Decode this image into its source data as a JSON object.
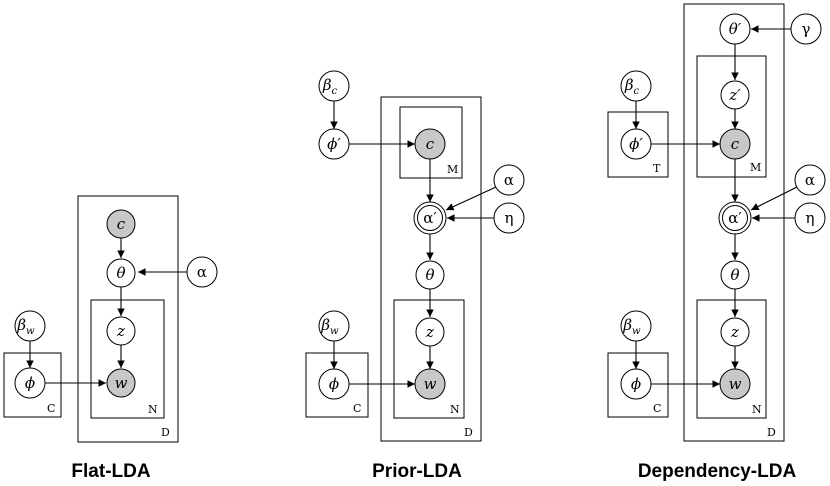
{
  "panels": [
    {
      "caption": "Flat-LDA",
      "plates": {
        "outer": "D",
        "inner": "N",
        "topic": "C"
      },
      "nodes": {
        "c": "c",
        "theta": "θ",
        "alpha": "α",
        "z": "z",
        "w": "w",
        "phi": "ϕ",
        "beta": "β",
        "beta_sub": "w"
      }
    },
    {
      "caption": "Prior-LDA",
      "plates": {
        "outer": "D",
        "label": "M",
        "inner": "N",
        "topic": "C"
      },
      "nodes": {
        "beta_c": "β",
        "beta_c_sub": "c",
        "phi_prime": "ϕ′",
        "c": "c",
        "alpha_prime": "α′",
        "alpha": "α",
        "eta": "η",
        "theta": "θ",
        "z": "z",
        "w": "w",
        "beta_w": "β",
        "beta_w_sub": "w",
        "phi": "ϕ"
      }
    },
    {
      "caption": "Dependency-LDA",
      "plates": {
        "outer": "D",
        "label": "M",
        "concept": "T",
        "inner": "N",
        "topic": "C"
      },
      "nodes": {
        "theta_prime": "θ′",
        "gamma": "γ",
        "z_prime": "z′",
        "beta_c": "β",
        "beta_c_sub": "c",
        "phi_prime": "ϕ′",
        "c": "c",
        "alpha_prime": "α′",
        "alpha": "α",
        "eta": "η",
        "theta": "θ",
        "z": "z",
        "w": "w",
        "beta_w": "β",
        "beta_w_sub": "w",
        "phi": "ϕ"
      }
    }
  ],
  "colors": {
    "observed_fill": "#c8c8c8",
    "stroke": "#000000"
  }
}
